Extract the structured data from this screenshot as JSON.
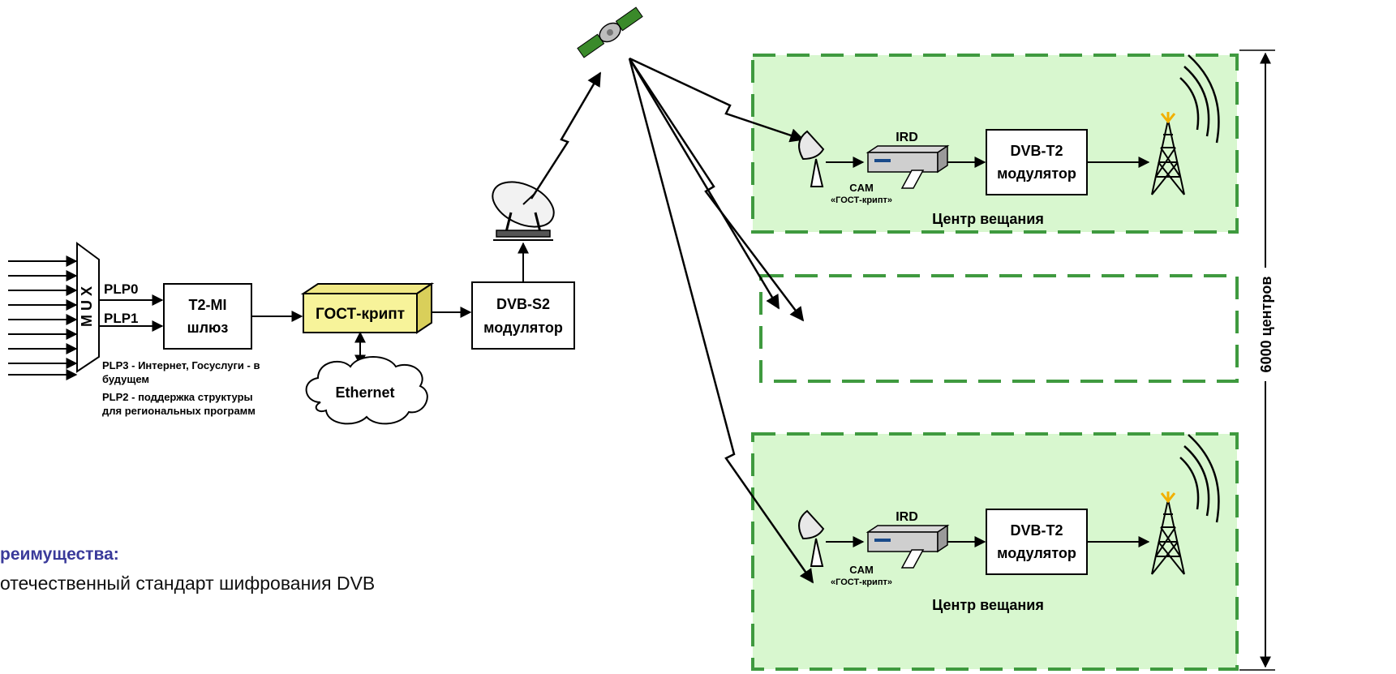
{
  "mux": {
    "label": "M U X"
  },
  "plp": {
    "plp0": "PLP0",
    "plp1": "PLP1"
  },
  "gateway": {
    "line1": "T2-MI",
    "line2": "шлюз"
  },
  "encryptor": {
    "label": "ГОСТ-крипт"
  },
  "dvbs2": {
    "line1": "DVB-S2",
    "line2": "модулятор"
  },
  "ethernet": {
    "label": "Ethernet"
  },
  "notes": {
    "plp3_line1": "PLP3 - Интернет, Госуслуги - в",
    "plp3_line2": "будущем",
    "plp2_line1": "PLP2 - поддержка структуры",
    "plp2_line2": "для региональных программ"
  },
  "centers": [
    {
      "ird": "IRD",
      "cam1": "CAM",
      "cam2": "«ГОСТ-крипт»",
      "mod1": "DVB-T2",
      "mod2": "модулятор",
      "caption": "Центр вещания"
    },
    {
      "ird": "IRD",
      "cam1": "CAM",
      "cam2": "«ГОСТ-крипт»",
      "mod1": "DVB-T2",
      "mod2": "модулятор",
      "caption": "Центр вещания"
    }
  ],
  "scale": {
    "label": "6000 центров"
  },
  "advantages": {
    "title": "реимущества:",
    "item1": "отечественный стандарт шифрования DVB"
  },
  "colors": {
    "zone_fill": "#d8f7cf",
    "zone_border": "#3f9a3f",
    "encryptor_fill": "#f7f39a",
    "note_title": "#3a3a9a"
  }
}
